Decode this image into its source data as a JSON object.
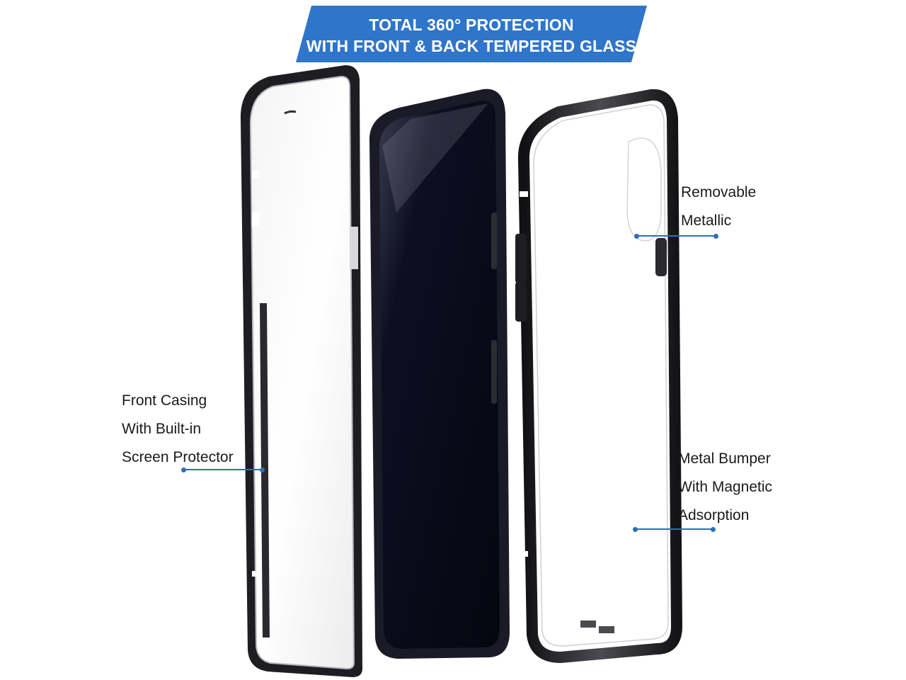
{
  "banner": {
    "line1": "TOTAL 360° PROTECTION",
    "line2": "WITH FRONT & BACK TEMPERED GLASS",
    "color": "#2f75c9"
  },
  "labels": {
    "front": [
      "Front Casing",
      "With Built-in",
      "Screen Protector"
    ],
    "removable": [
      "Removable",
      "Metallic"
    ],
    "bumper": [
      "Metal Bumper",
      "With Magnetic",
      "Adsorption"
    ]
  },
  "colors": {
    "accent": "#2f6fb5",
    "frame": "#1e1e22",
    "glass_dark": "#0b0c1c"
  }
}
